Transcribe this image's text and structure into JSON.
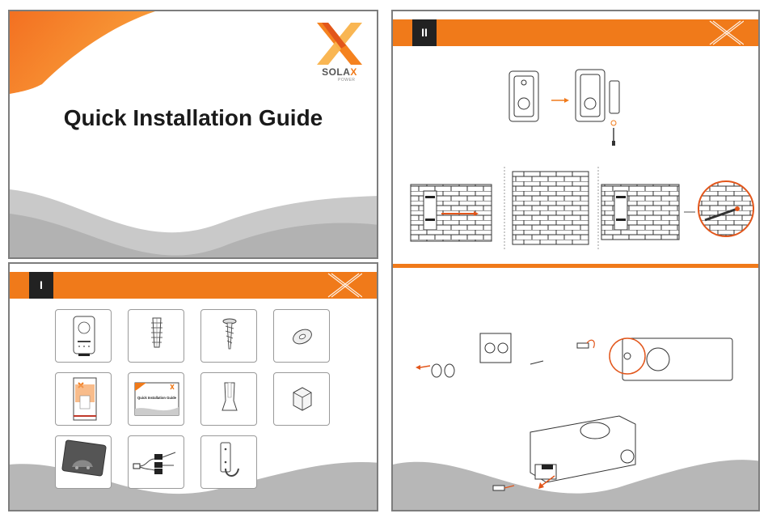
{
  "cover": {
    "title": "Quick Installation Guide",
    "logo": {
      "brand_prefix": "SOLA",
      "brand_x": "X",
      "tagline": "POWER"
    }
  },
  "section_1": {
    "number": "I",
    "items": [
      {
        "icon": "ev-charger-icon"
      },
      {
        "icon": "expansion-tube-icon"
      },
      {
        "icon": "self-tapping-screw-icon"
      },
      {
        "icon": "washer-icon"
      },
      {
        "icon": "user-manual-icon"
      },
      {
        "icon": "quick-guide-icon"
      },
      {
        "icon": "cord-end-terminal-icon"
      },
      {
        "icon": "hex-nut-icon"
      },
      {
        "icon": "rfid-card-icon"
      },
      {
        "icon": "ct-cable-icon"
      },
      {
        "icon": "holster-hook-icon"
      }
    ],
    "quick_guide_card_text": "Quick Installation Guide"
  },
  "section_2": {
    "number": "II"
  },
  "colors": {
    "accent": "#f07a1a",
    "banner_number_bg": "#222222",
    "wave_gray": "#b7b7b7",
    "border": "#7d7d7d"
  }
}
